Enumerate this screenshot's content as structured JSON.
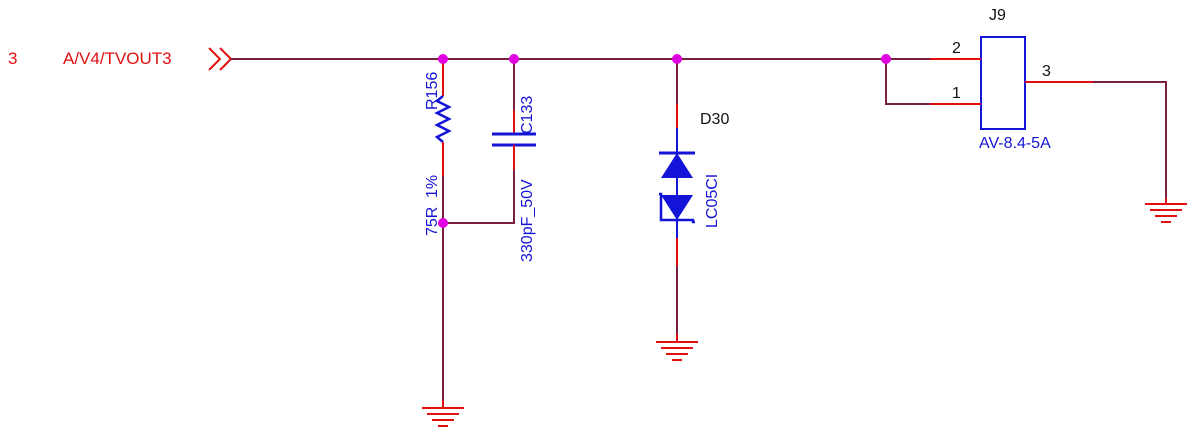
{
  "port": {
    "sheet_number": "3",
    "net_name": "A/V4/TVOUT3"
  },
  "resistor": {
    "ref": "R156",
    "value": "75R",
    "tolerance": "1%"
  },
  "capacitor": {
    "ref": "C133",
    "value": "330pF_50V"
  },
  "diode": {
    "ref": "D30",
    "part": "LC05CI"
  },
  "connector": {
    "ref": "J9",
    "part": "AV-8.4-5A",
    "pin_1": "1",
    "pin_2": "2",
    "pin_3": "3"
  },
  "colors": {
    "wire": "#7a1f3d",
    "pin": "#e01010",
    "component": "#1414d8",
    "junction": "#e000e0",
    "ground": "#e01010",
    "text_red": "#e01010",
    "text_blue": "#1414d8",
    "text_black": "#111111"
  }
}
